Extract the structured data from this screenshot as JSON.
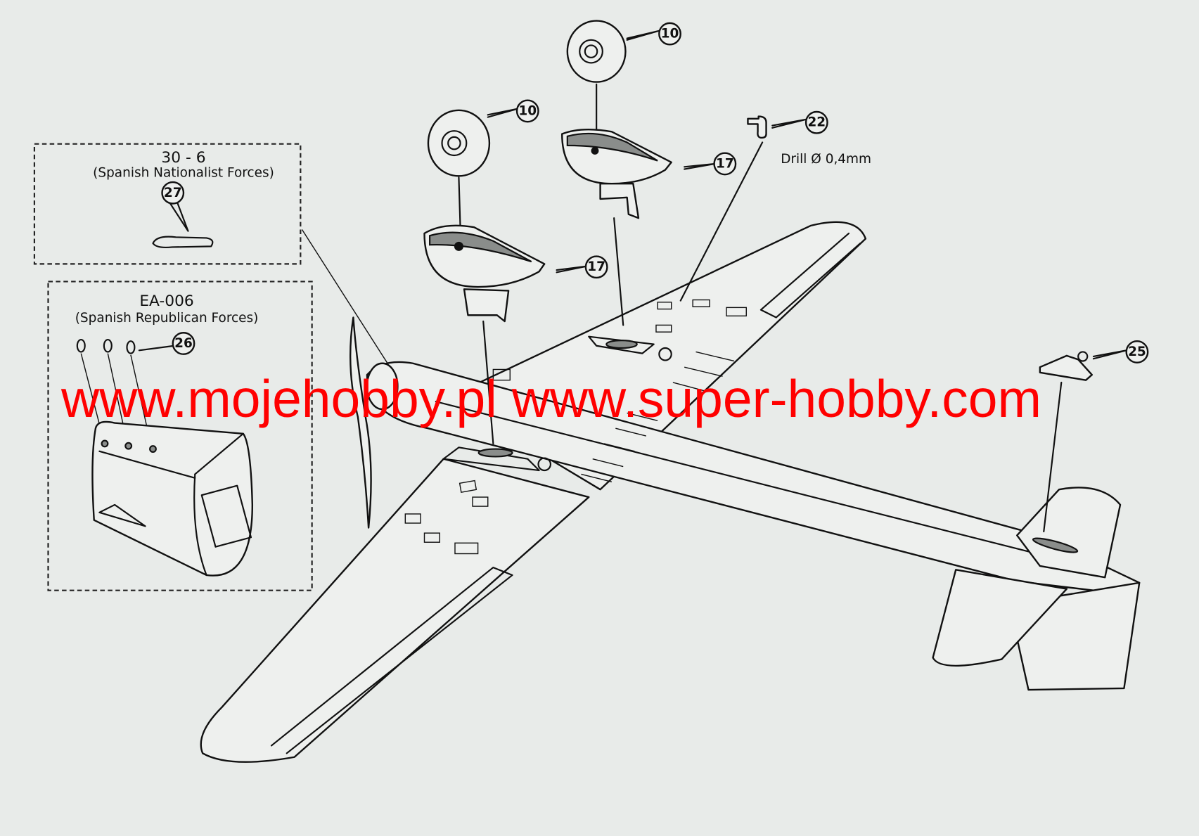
{
  "inset_nationalist": {
    "code": "30 - 6",
    "caption": "(Spanish Nationalist Forces)",
    "part": "27"
  },
  "inset_republican": {
    "code": "EA-006",
    "caption": "(Spanish Republican Forces)",
    "part": "26"
  },
  "callouts": {
    "wheel_top": "10",
    "wheel_left": "10",
    "fairing_right": "17",
    "fairing_left": "17",
    "pitot": "22",
    "tail_part": "25"
  },
  "drill_note": "Drill Ø 0,4mm",
  "watermark": "www.mojehobby.pl www.super-hobby.com",
  "colors": {
    "watermark": "#ff0000",
    "background": "#e8ebe9",
    "line": "#111111"
  }
}
